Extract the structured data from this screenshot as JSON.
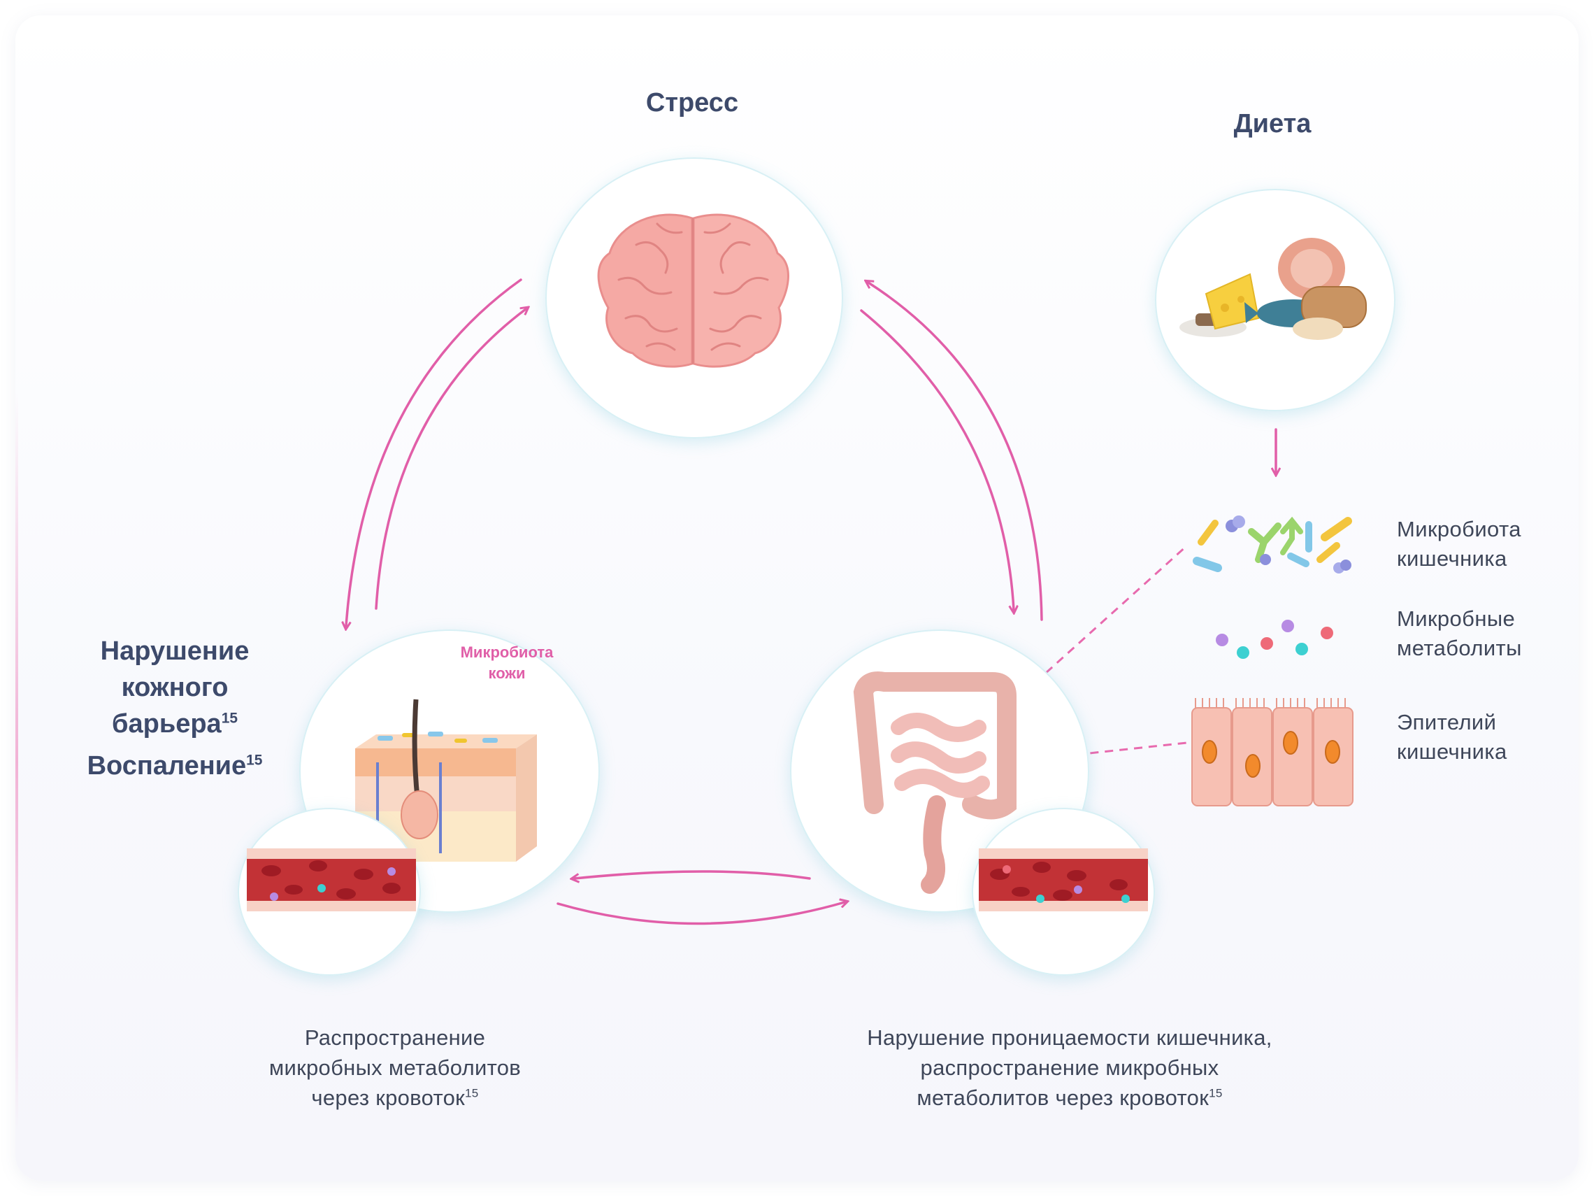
{
  "nodes": {
    "stress": {
      "title": "Стресс"
    },
    "diet": {
      "title": "Диета"
    },
    "skin": {
      "title_line1": "Нарушение",
      "title_line2": "кожного",
      "title_line3": "барьера",
      "title_line3_ref": "15",
      "title_line4": "Воспаление",
      "title_line4_ref": "15",
      "skin_microbiota_line1": "Микробиота",
      "skin_microbiota_line2": "кожи"
    },
    "gut": {}
  },
  "legend": {
    "gut_microbiota_line1": "Микробиота",
    "gut_microbiota_line2": "кишечника",
    "microbial_metabolites_line1": "Микробные",
    "microbial_metabolites_line2": "метаболиты",
    "epithelium_line1": "Эпителий",
    "epithelium_line2": "кишечника"
  },
  "captions": {
    "skin_line1": "Распространение",
    "skin_line2": "микробных метаболитов",
    "skin_line3": "через кровоток",
    "skin_ref": "15",
    "gut_line1": "Нарушение проницаемости кишечника,",
    "gut_line2": "распространение микробных",
    "gut_line3": "метаболитов через кровоток",
    "gut_ref": "15"
  },
  "colors": {
    "title": "#3d4a6b",
    "arrow": "#e15ea8",
    "accent_pink": "#e05fa8",
    "circle_glow": "#bfe6ee"
  },
  "icons": [
    "brain-icon",
    "food-icon",
    "skin-layers-icon",
    "intestine-icon",
    "blood-vessel-icon",
    "bacteria-icon",
    "metabolites-icon",
    "epithelium-icon"
  ]
}
